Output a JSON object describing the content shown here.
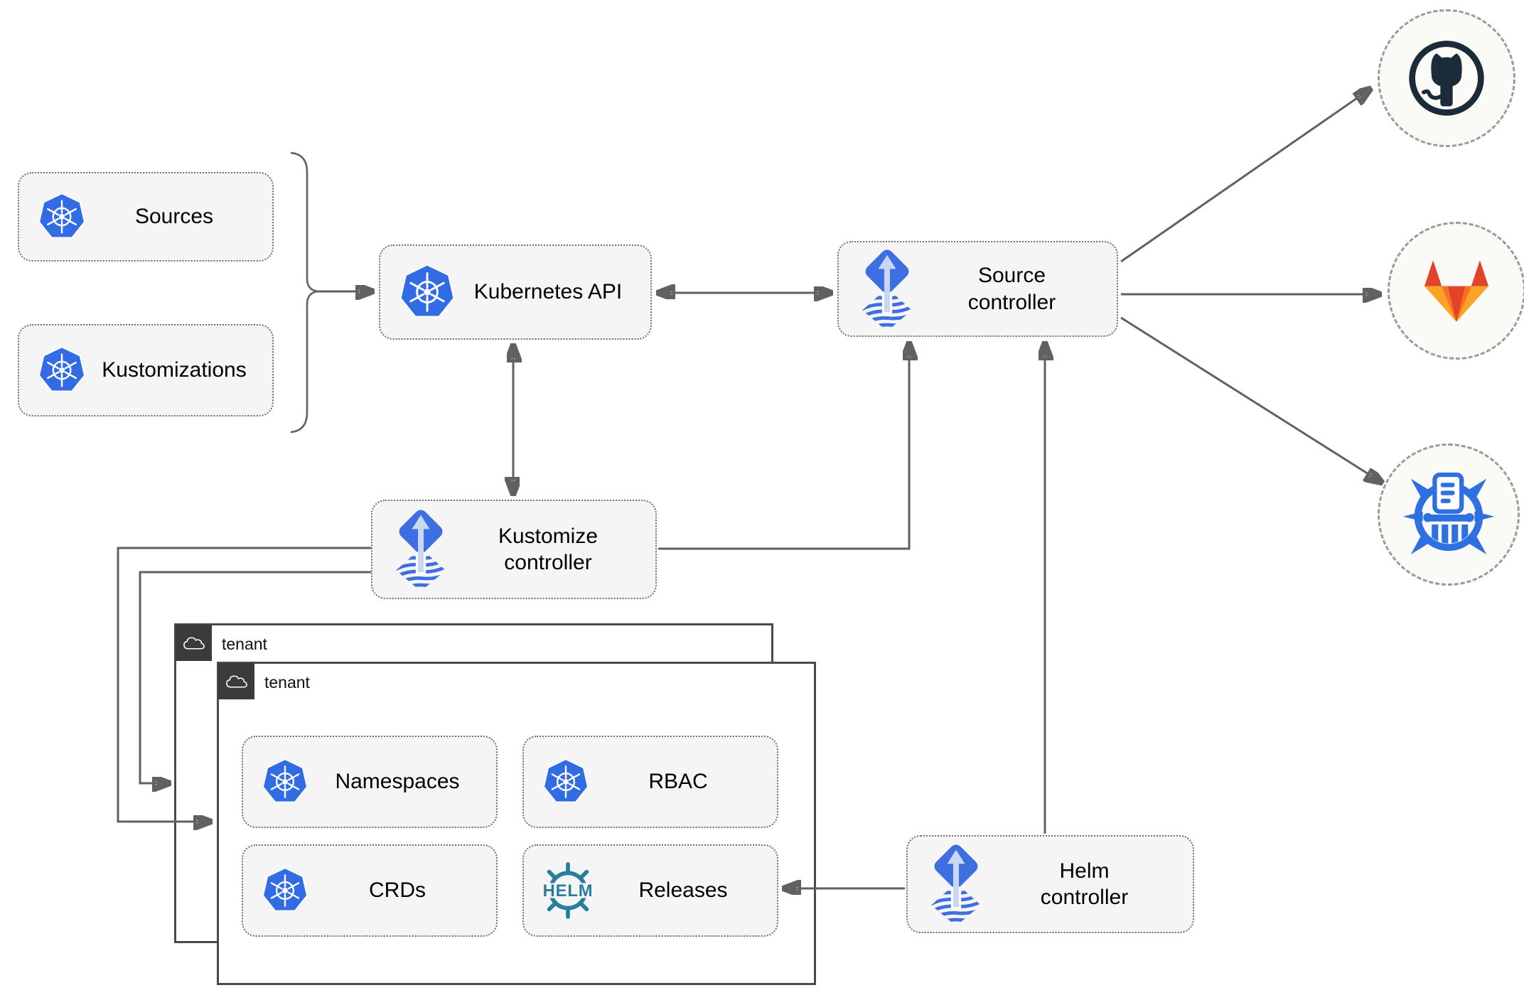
{
  "colors": {
    "kubernetes_blue": "#326CE5",
    "flux_blue": "#3D6FE1",
    "flux_arrow_light": "#C9D7F5",
    "helm_teal": "#2A7C9E",
    "github_dark": "#1C2B3A",
    "gitlab_red": "#E24329",
    "gitlab_orange": "#FC6D26",
    "gitlab_yellow": "#FCA326",
    "museum_blue": "#2E6FE2",
    "connector_gray": "#616161",
    "node_fill": "#F5F5F5",
    "tenant_header": "#3B3B3B"
  },
  "nodes": {
    "sources": {
      "label": "Sources"
    },
    "kustomizations": {
      "label": "Kustomizations"
    },
    "kubernetes_api": {
      "label": "Kubernetes API"
    },
    "source_controller": {
      "line1": "Source",
      "line2": "controller"
    },
    "kustomize_controller": {
      "line1": "Kustomize",
      "line2": "controller"
    },
    "helm_controller": {
      "line1": "Helm",
      "line2": "controller"
    },
    "namespaces": {
      "label": "Namespaces"
    },
    "rbac": {
      "label": "RBAC"
    },
    "crds": {
      "label": "CRDs"
    },
    "releases": {
      "label": "Releases"
    }
  },
  "tenants": {
    "outer": {
      "label": "tenant"
    },
    "inner": {
      "label": "tenant"
    }
  },
  "icons": {
    "helm_wheel_text": "HELM"
  }
}
